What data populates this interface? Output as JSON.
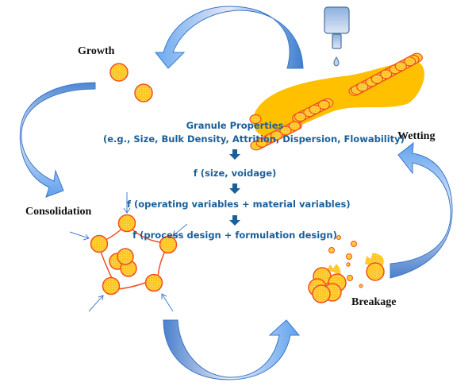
{
  "diagram": {
    "title": "Granulation mechanisms cycle",
    "stages": {
      "growth": "Growth",
      "wetting": "Wetting",
      "breakage": "Breakage",
      "consolidation": "Consolidation"
    },
    "center": {
      "heading": "Granule Properties",
      "properties": "(e.g., Size, Bulk Density, Attrition, Dispersion, Flowability)",
      "step1": "f (size, voidage)",
      "step2": "f (operating variables + material variables)",
      "step3": "f (process design + formulation design)"
    },
    "colors": {
      "text_blue": "#1a5f9a",
      "arrow_blue": "#4a8fd9",
      "arrow_light": "#e8e8f6",
      "granule_fill": "#ffc727",
      "granule_stroke": "#f0501e",
      "dark_arrow": "#1a5f9a"
    }
  }
}
